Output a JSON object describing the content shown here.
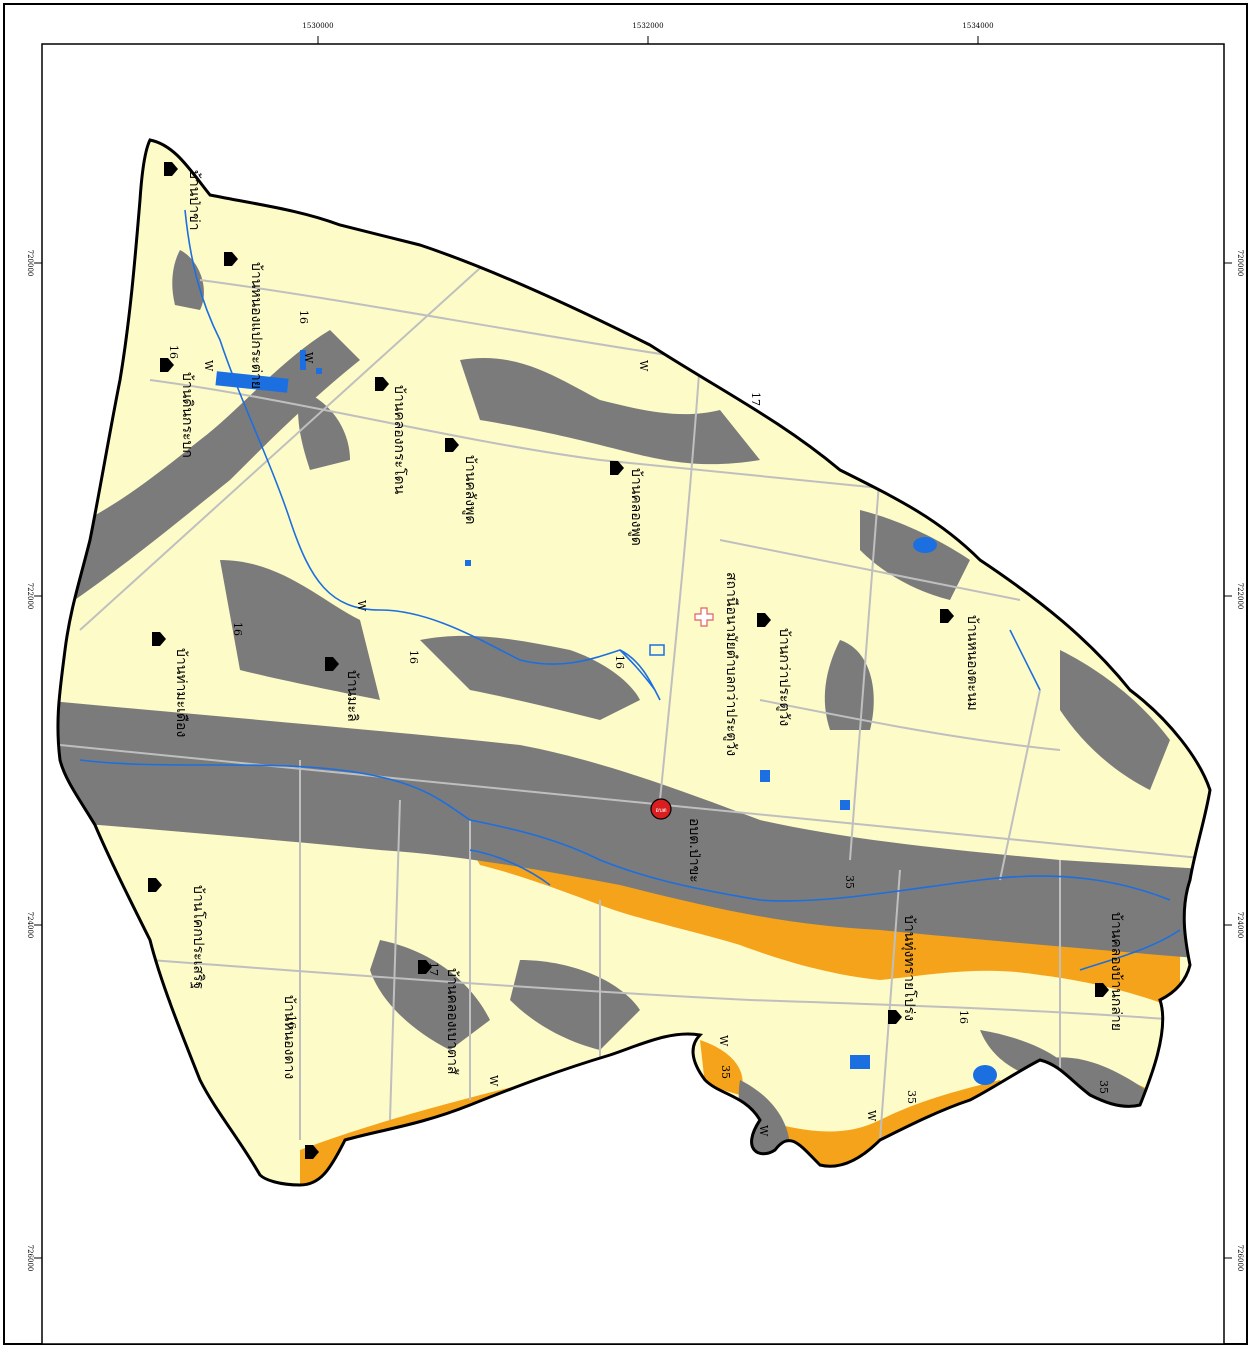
{
  "map": {
    "colors": {
      "upland": "#fdfbc8",
      "urban": "#7b7b7b",
      "paddy": "#f5a31a",
      "water": "#1c6fe0",
      "road": "#bfbfbf",
      "boundary": "#000000"
    },
    "top_ticks": [
      "1530000",
      "1532000",
      "1534000"
    ],
    "left_ticks": [
      "720000",
      "722000",
      "724000",
      "726000"
    ],
    "right_ticks": [
      "720000",
      "722000",
      "724000",
      "726000"
    ],
    "villages": [
      "บ้านป่าข่า",
      "บ้านหนองแปกระต่าย",
      "บ้านคลองกระโดน",
      "บ้านดินกระบก",
      "บ้านคลังพูด",
      "บ้านคลองพูด",
      "บ้านกว่าประตูวัง",
      "บ้านหนองตะนม",
      "บ้านมะลิ",
      "บ้านท่ามะเดือง",
      "บ้านโคกประเสริฐ",
      "บ้านหนองดาง",
      "บ้านคลองเบาตาสั",
      "บ้านทุ่งทรายโปร่ง",
      "บ้านคลองบ้านกล่าย"
    ],
    "office_label": "สถานีอนามัยตำบลกว่าประตูวัง",
    "district_label": "อบต.ป่าขะ",
    "district_symbol": "อบต",
    "soil_codes": [
      "16",
      "16",
      "16",
      "16",
      "16",
      "16",
      "16",
      "35",
      "35",
      "35",
      "35",
      "17",
      "17"
    ],
    "water_codes": [
      "W",
      "W",
      "W",
      "W",
      "W",
      "W",
      "W",
      "W"
    ]
  }
}
